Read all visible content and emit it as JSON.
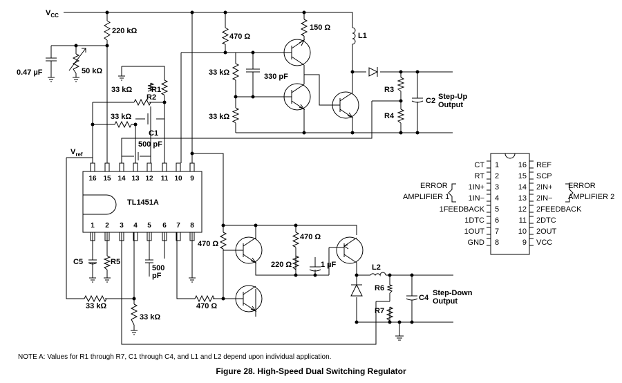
{
  "title": "Figure 28. High-Speed Dual Switching Regulator",
  "note": "NOTE A:   Values for R1 through R7, C1 through C4, and L1 and L2 depend upon individual application.",
  "labels": {
    "vcc_main": "VCC",
    "vref": "Vref",
    "r_220k": "220 kΩ",
    "c_047u": "0.47 µF",
    "pot_50k": "50 kΩ",
    "r_470_top": "470 Ω",
    "r_150": "150 Ω",
    "l1": "L1",
    "r_33k_a": "33 kΩ",
    "c_330p": "330 pF",
    "r_33k_b": "33 kΩ",
    "r_33k_r1": "33 kΩ",
    "r1": "R1",
    "r2": "R2",
    "r_33k_c": "33 kΩ",
    "c1": "C1",
    "c_500p_top": "500 pF",
    "r3": "R3",
    "r4": "R4",
    "c2": "C2",
    "stepup": "Step-Up",
    "output_up": "Output",
    "ic_name": "TL1451A",
    "c5": "C5",
    "r5": "R5",
    "c_500_a": "500",
    "c_500_b": "pF",
    "r_470_left": "470 Ω",
    "r_470_mid": "470 Ω",
    "r_220_mid": "220 Ω",
    "c_1u": "1 µF",
    "l2": "L2",
    "r6": "R6",
    "r7": "R7",
    "c4": "C4",
    "stepdown": "Step-Down",
    "output_down": "Output",
    "r_33k_d": "33 kΩ",
    "r_33k_e": "33 kΩ",
    "r_470_bot": "470 Ω"
  },
  "chip_pins_top": [
    "16",
    "15",
    "14",
    "13",
    "12",
    "11",
    "10",
    "9"
  ],
  "chip_pins_bottom": [
    "1",
    "2",
    "3",
    "4",
    "5",
    "6",
    "7",
    "8"
  ],
  "pinout": {
    "left": [
      {
        "num": "1",
        "name": "CT"
      },
      {
        "num": "2",
        "name": "RT"
      },
      {
        "num": "3",
        "name": "1IN+"
      },
      {
        "num": "4",
        "name": "1IN−"
      },
      {
        "num": "5",
        "name": "1FEEDBACK"
      },
      {
        "num": "6",
        "name": "1DTC"
      },
      {
        "num": "7",
        "name": "1OUT"
      },
      {
        "num": "8",
        "name": "GND"
      }
    ],
    "right": [
      {
        "num": "16",
        "name": "REF"
      },
      {
        "num": "15",
        "name": "SCP"
      },
      {
        "num": "14",
        "name": "2IN+"
      },
      {
        "num": "13",
        "name": "2IN−"
      },
      {
        "num": "12",
        "name": "2FEEDBACK"
      },
      {
        "num": "11",
        "name": "2DTC"
      },
      {
        "num": "10",
        "name": "2OUT"
      },
      {
        "num": "9",
        "name": "VCC"
      }
    ],
    "error_left_1": "ERROR",
    "error_left_2": "AMPLIFIER 1",
    "error_right_1": "ERROR",
    "error_right_2": "AMPLIFIER 2"
  }
}
